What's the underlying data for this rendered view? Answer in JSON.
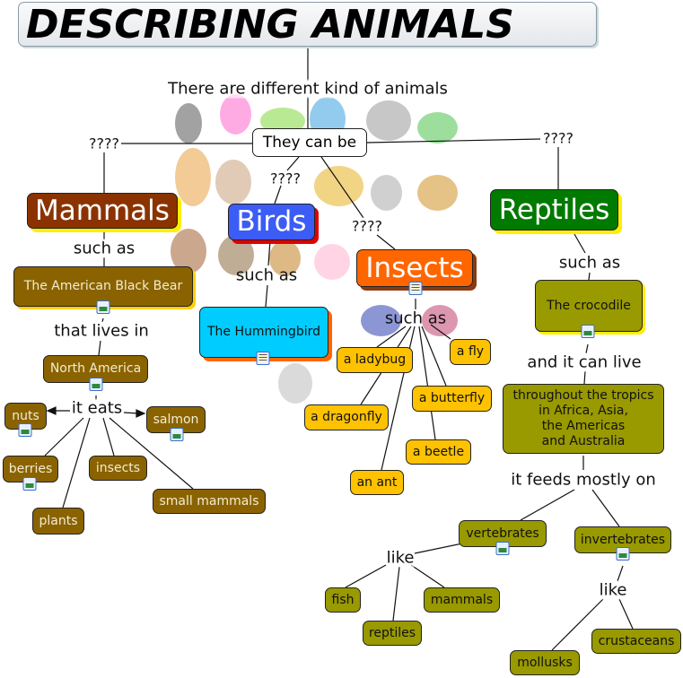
{
  "title": "DESCRIBING ANIMALS",
  "intro": "There are different kind of animals",
  "root": "They can be",
  "links": {
    "q_mammals": "????",
    "q_reptiles": "????",
    "q_birds": "????",
    "q_insects": "????",
    "such_as_mammals": "such as",
    "such_as_birds": "such as",
    "such_as_insects": "such as",
    "such_as_reptiles": "such as",
    "lives_in": "that lives in",
    "eats": "it eats",
    "can_live": "and it can live",
    "feeds": "it feeds mostly on",
    "like_vert": "like",
    "like_invert": "like"
  },
  "categories": {
    "mammals": "Mammals",
    "birds": "Birds",
    "insects": "Insects",
    "reptiles": "Reptiles"
  },
  "mammals": {
    "example": "The American Black Bear",
    "place": "North America",
    "food": [
      "nuts",
      "salmon",
      "berries",
      "insects",
      "plants",
      "small mammals"
    ]
  },
  "birds": {
    "example": "The Hummingbird"
  },
  "insects": {
    "items": [
      "a ladybug",
      "a fly",
      "a butterfly",
      "a dragonfly",
      "a beetle",
      "an ant"
    ]
  },
  "reptiles": {
    "example": "The crocodile",
    "habitat": "throughout the tropics\nin Africa, Asia,\nthe Americas\nand Australia",
    "vertebrates": "vertebrates",
    "invertebrates": "invertebrates",
    "vert_items": [
      "fish",
      "mammals",
      "reptiles"
    ],
    "invert_items": [
      "mollusks",
      "crustaceans"
    ]
  },
  "colors": {
    "mammals": "#8b3300",
    "birds": "#3b5cf5",
    "insects": "#ff6600",
    "reptiles": "#007a00",
    "brown_node": "#8a6300",
    "olive_node": "#999900",
    "yellow_node": "#ffc200",
    "hummingbird": "#00ccff"
  }
}
